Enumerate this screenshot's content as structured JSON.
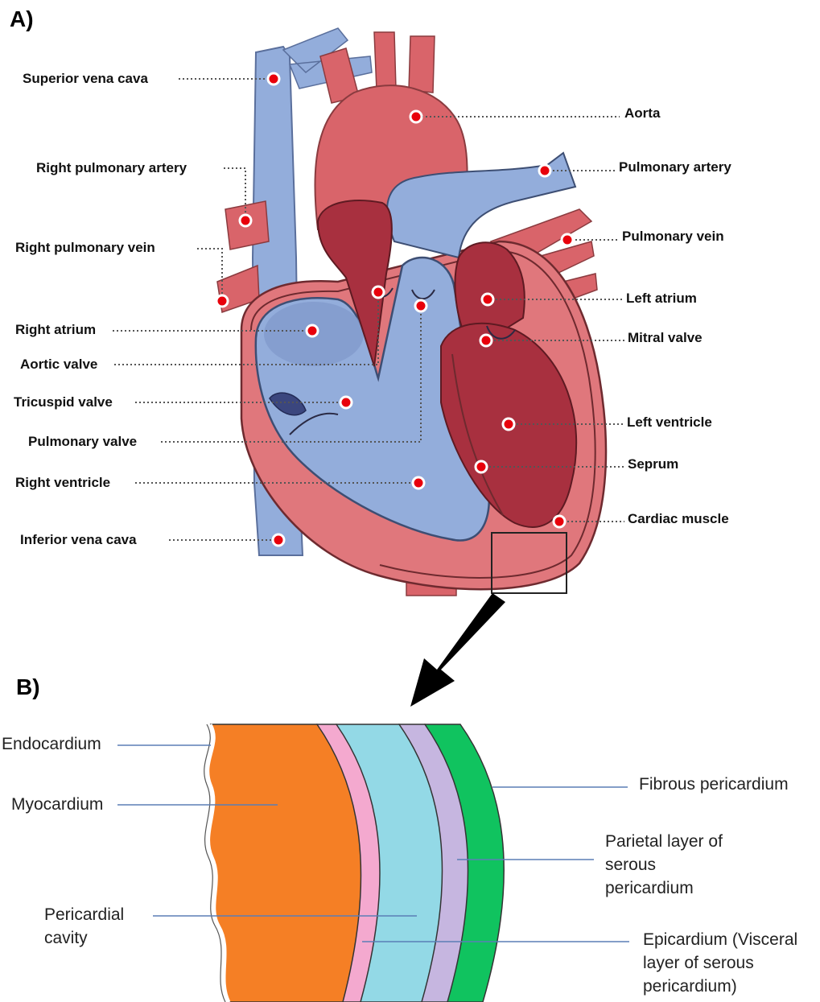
{
  "panel_a": {
    "title": "A)",
    "colors": {
      "artery": "#d9646a",
      "vein": "#93addb",
      "myocardium": "#e0777c",
      "chamber_left": "#a8303f",
      "marker": "#e8000b"
    },
    "labels": {
      "superior_vena_cava": "Superior vena cava",
      "right_pulmonary_artery": "Right pulmonary artery",
      "right_pulmonary_vein": "Right pulmonary vein",
      "right_atrium": "Right atrium",
      "aortic_valve": "Aortic valve",
      "tricuspid_valve": "Tricuspid valve",
      "pulmonary_valve": "Pulmonary valve",
      "right_ventricle": "Right ventricle",
      "inferior_vena_cava": "Inferior vena cava",
      "aorta": "Aorta",
      "pulmonary_artery": "Pulmonary artery",
      "pulmonary_vein": "Pulmonary vein",
      "left_atrium": "Left atrium",
      "mitral_valve": "Mitral valve",
      "left_ventricle": "Left ventricle",
      "septum": "Seprum",
      "cardiac_muscle": "Cardiac muscle"
    }
  },
  "panel_b": {
    "title": "B)",
    "colors": {
      "myocardium": "#f57f25",
      "epicardium": "#f4a9cf",
      "pericardial_cavity": "#93d9e6",
      "parietal": "#c6b6e0",
      "fibrous": "#10c35f",
      "leader": "#5b7fb5"
    },
    "labels": {
      "endocardium": "Endocardium",
      "myocardium": "Myocardium",
      "pericardial_cavity": [
        "Pericardial",
        "cavity"
      ],
      "fibrous_pericardium": "Fibrous pericardium",
      "parietal_layer": [
        "Parietal layer of",
        "serous",
        "pericardium"
      ],
      "epicardium": [
        "Epicardium (Visceral",
        "layer of serous",
        "pericardium)"
      ]
    }
  }
}
